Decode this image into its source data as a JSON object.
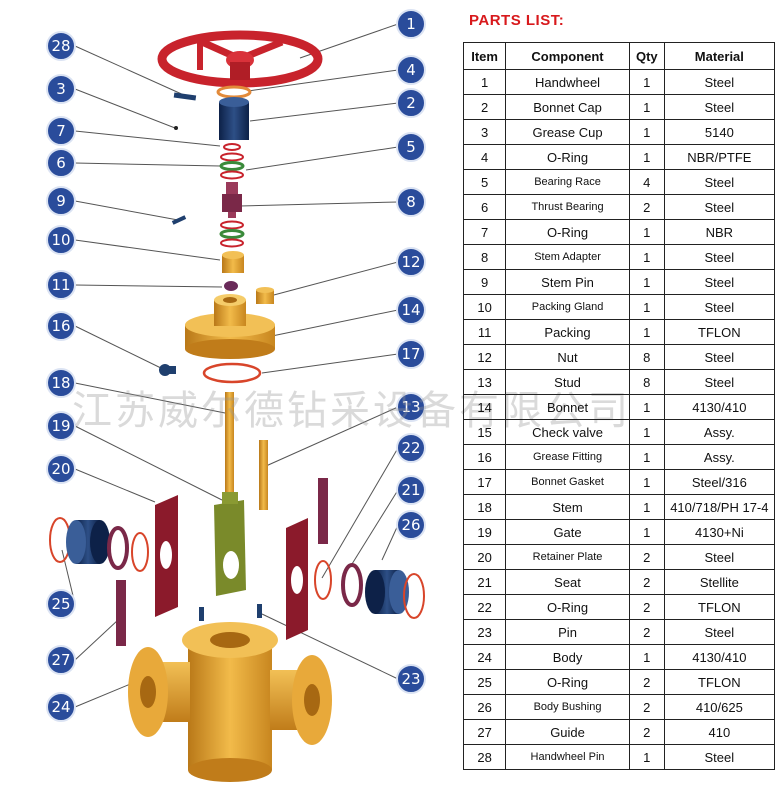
{
  "parts_list_title": "PARTS LIST:",
  "table_headers": [
    "Item",
    "Component",
    "Qty",
    "Material"
  ],
  "parts": [
    {
      "item": "1",
      "component": "Handwheel",
      "qty": "1",
      "material": "Steel"
    },
    {
      "item": "2",
      "component": "Bonnet Cap",
      "qty": "1",
      "material": "Steel"
    },
    {
      "item": "3",
      "component": "Grease Cup",
      "qty": "1",
      "material": "5140"
    },
    {
      "item": "4",
      "component": "O-Ring",
      "qty": "1",
      "material": "NBR/PTFE"
    },
    {
      "item": "5",
      "component": "Bearing Race",
      "qty": "4",
      "material": "Steel"
    },
    {
      "item": "6",
      "component": "Thrust Bearing",
      "qty": "2",
      "material": "Steel"
    },
    {
      "item": "7",
      "component": "O-Ring",
      "qty": "1",
      "material": "NBR"
    },
    {
      "item": "8",
      "component": "Stem Adapter",
      "qty": "1",
      "material": "Steel"
    },
    {
      "item": "9",
      "component": "Stem Pin",
      "qty": "1",
      "material": "Steel"
    },
    {
      "item": "10",
      "component": "Packing Gland",
      "qty": "1",
      "material": "Steel"
    },
    {
      "item": "11",
      "component": "Packing",
      "qty": "1",
      "material": "TFLON"
    },
    {
      "item": "12",
      "component": "Nut",
      "qty": "8",
      "material": "Steel"
    },
    {
      "item": "13",
      "component": "Stud",
      "qty": "8",
      "material": "Steel"
    },
    {
      "item": "14",
      "component": "Bonnet",
      "qty": "1",
      "material": "4130/410"
    },
    {
      "item": "15",
      "component": "Check valve",
      "qty": "1",
      "material": "Assy."
    },
    {
      "item": "16",
      "component": "Grease Fitting",
      "qty": "1",
      "material": "Assy."
    },
    {
      "item": "17",
      "component": "Bonnet Gasket",
      "qty": "1",
      "material": "Steel/316"
    },
    {
      "item": "18",
      "component": "Stem",
      "qty": "1",
      "material": "410/718/PH 17-4"
    },
    {
      "item": "19",
      "component": "Gate",
      "qty": "1",
      "material": "4130+Ni"
    },
    {
      "item": "20",
      "component": "Retainer Plate",
      "qty": "2",
      "material": "Steel"
    },
    {
      "item": "21",
      "component": "Seat",
      "qty": "2",
      "material": "Stellite"
    },
    {
      "item": "22",
      "component": "O-Ring",
      "qty": "2",
      "material": "TFLON"
    },
    {
      "item": "23",
      "component": "Pin",
      "qty": "2",
      "material": "Steel"
    },
    {
      "item": "24",
      "component": "Body",
      "qty": "1",
      "material": "4130/410"
    },
    {
      "item": "25",
      "component": "O-Ring",
      "qty": "2",
      "material": "TFLON"
    },
    {
      "item": "26",
      "component": "Body Bushing",
      "qty": "2",
      "material": "410/625"
    },
    {
      "item": "27",
      "component": "Guide",
      "qty": "2",
      "material": "410"
    },
    {
      "item": "28",
      "component": "Handwheel Pin",
      "qty": "1",
      "material": "Steel"
    }
  ],
  "watermark_text": "江苏威尔德钻采设备有限公司",
  "callout_badges": [
    "1",
    "28",
    "4",
    "3",
    "2",
    "7",
    "5",
    "6",
    "8",
    "9",
    "10",
    "12",
    "11",
    "14",
    "16",
    "17",
    "18",
    "13",
    "19",
    "22",
    "20",
    "21",
    "26",
    "25",
    "27",
    "23",
    "24"
  ],
  "colors": {
    "title_red": "#d8191c",
    "badge_blue": "#2a4c9b",
    "handwheel_red": "#c8232c",
    "part_gold": "#e8a93a",
    "retainer_maroon": "#8b1a2b",
    "gate_green": "#7a8a2a",
    "bushing_navy": "#1f3f6e"
  }
}
